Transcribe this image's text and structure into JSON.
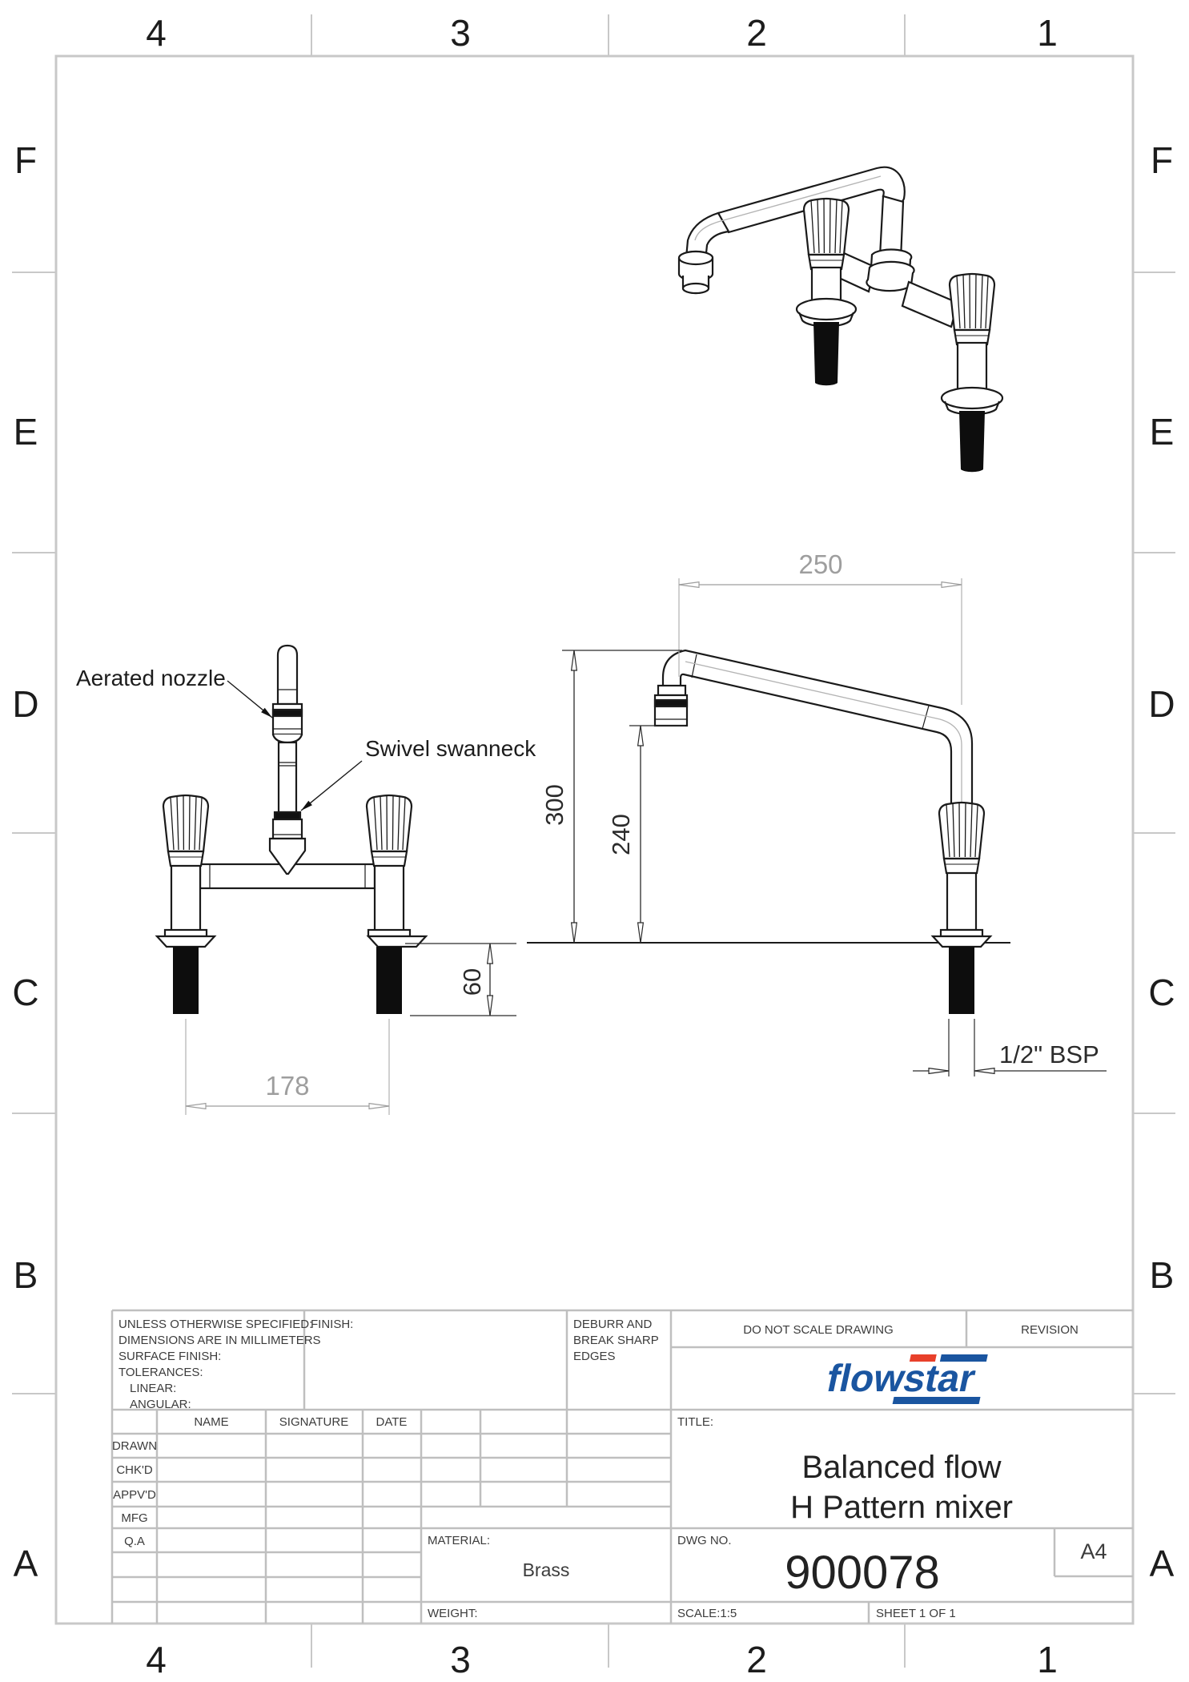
{
  "grid": {
    "cols": [
      "4",
      "3",
      "2",
      "1"
    ],
    "rows": [
      "F",
      "E",
      "D",
      "C",
      "B",
      "A"
    ]
  },
  "views": {
    "front": {
      "label_aerated_nozzle": "Aerated nozzle",
      "label_swivel_swanneck": "Swivel swanneck",
      "dim_centres": "178",
      "dim_tail_length": "60"
    },
    "side": {
      "dim_spout_reach": "250",
      "dim_overall_height": "300",
      "dim_outlet_height": "240",
      "dim_thread": "1/2\" BSP"
    }
  },
  "title_block": {
    "tolerance_lines": [
      "UNLESS OTHERWISE SPECIFIED:",
      "DIMENSIONS ARE IN MILLIMETERS",
      "SURFACE FINISH:",
      "TOLERANCES:",
      "LINEAR:",
      "ANGULAR:"
    ],
    "finish_label": "FINISH:",
    "deburr_lines": [
      "DEBURR AND",
      "BREAK SHARP",
      "EDGES"
    ],
    "do_not_scale": "DO NOT SCALE DRAWING",
    "revision_label": "REVISION",
    "logo_text": "flowstar",
    "title_label": "TITLE:",
    "title_lines": [
      "Balanced flow",
      "H Pattern mixer"
    ],
    "table": {
      "headers": [
        "NAME",
        "SIGNATURE",
        "DATE"
      ],
      "rows": [
        "DRAWN",
        "CHK'D",
        "APPV'D",
        "MFG",
        "Q.A"
      ]
    },
    "material_label": "MATERIAL:",
    "material_value": "Brass",
    "weight_label": "WEIGHT:",
    "dwg_label": "DWG NO.",
    "dwg_no": "900078",
    "paper_size": "A4",
    "scale_label": "SCALE:1:5",
    "sheet_label": "SHEET 1 OF 1"
  },
  "colors": {
    "logo_blue": "#1a55a0",
    "logo_red": "#e8402a",
    "frame_gray": "#c8c8c8",
    "dim_gray": "#9e9e9e",
    "line_black": "#1a1a1a"
  }
}
